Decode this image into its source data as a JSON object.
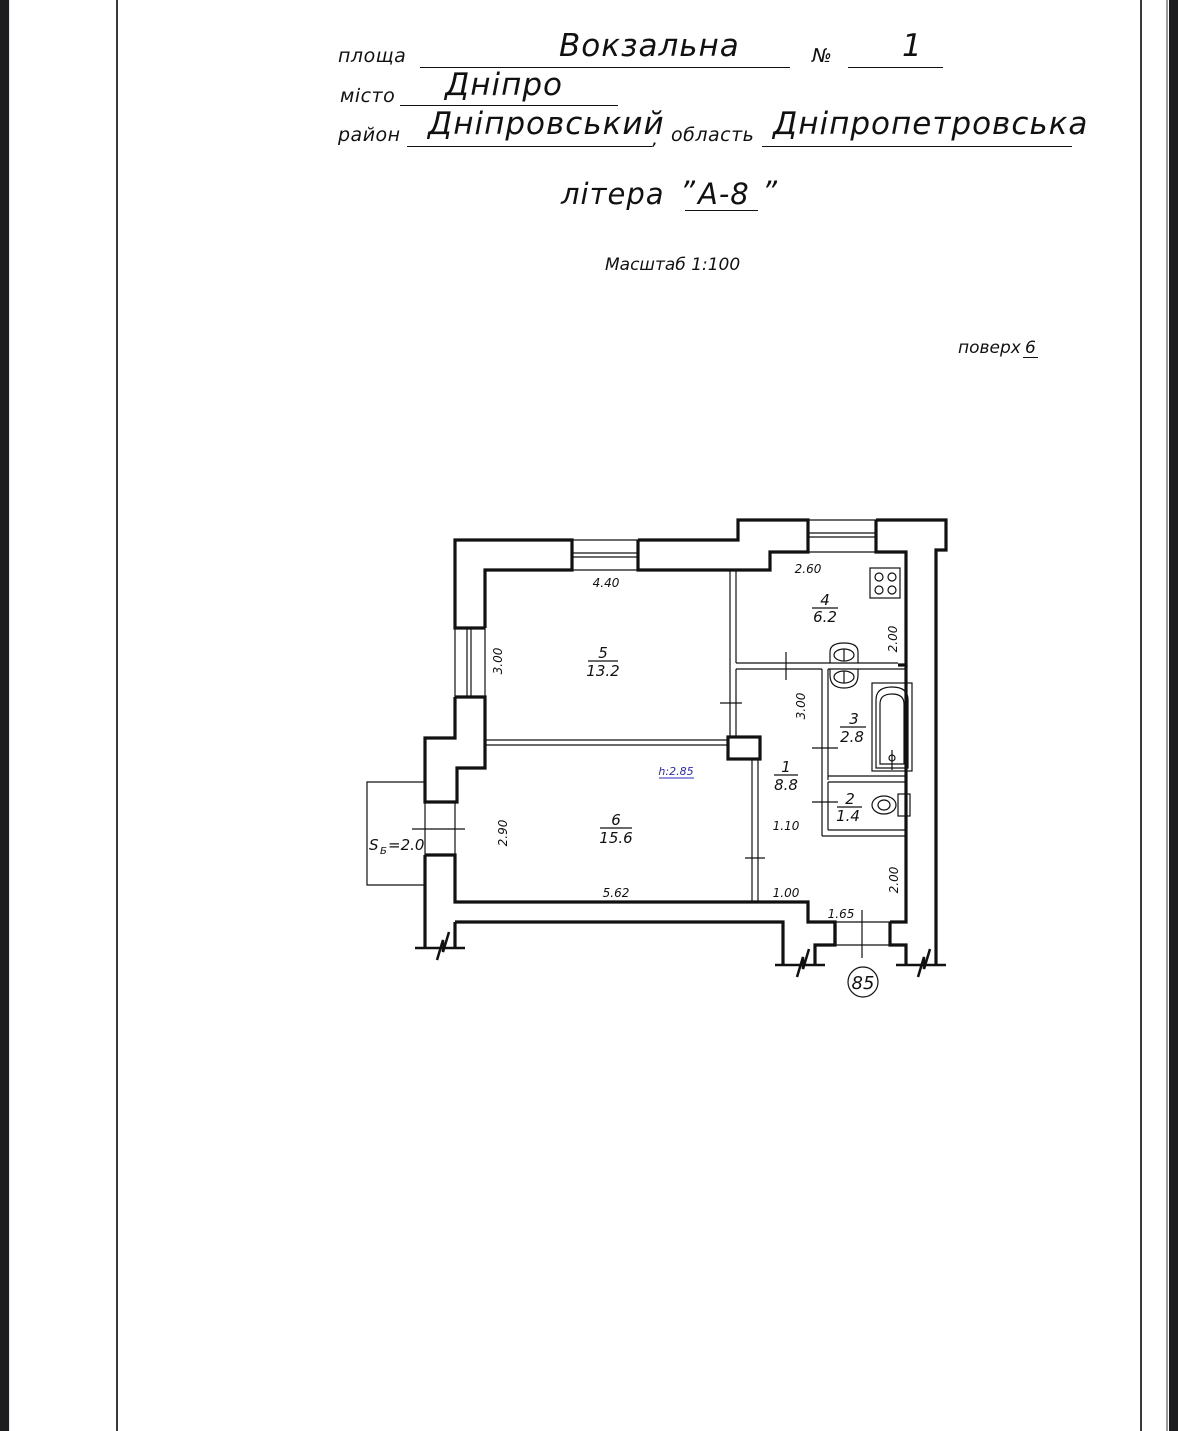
{
  "header": {
    "square_label": "площа",
    "square_value": "Вокзальна",
    "number_label": "№",
    "number_value": "1",
    "city_label": "місто",
    "city_value": "Дніпро",
    "district_label": "район",
    "district_value": "Дніпровський",
    "comma": ",",
    "region_label": "область",
    "region_value": "Дніпропетровська",
    "letter_label": "літера",
    "letter_value": "А-8",
    "quote_open": "”",
    "quote_close": "”",
    "scale": "Масштаб 1:100",
    "floor_label": "поверх",
    "floor_value": "6"
  },
  "plan": {
    "ceiling_height": "h:2.85",
    "ceiling_height_color": "#2b2bbf",
    "balcony_area": "S",
    "balcony_sub": "Б",
    "balcony_value": "=2.0",
    "stair_number": "85",
    "rooms": [
      {
        "number": "5",
        "area": "13.2"
      },
      {
        "number": "6",
        "area": "15.6"
      },
      {
        "number": "4",
        "area": "6.2"
      },
      {
        "number": "3",
        "area": "2.8"
      },
      {
        "number": "2",
        "area": "1.4"
      },
      {
        "number": "1",
        "area": "8.8"
      }
    ],
    "dimensions": {
      "room5_width": "4.40",
      "room5_depth": "3.00",
      "room6_width": "5.62",
      "room6_depth": "2.90",
      "kitchen_width": "2.60",
      "kitchen_depth": "2.00",
      "hall_depth": "3.00",
      "hall_width_a": "1.10",
      "hall_width_b": "1.00",
      "corridor_depth": "2.00",
      "entrance_width": "1.65"
    }
  }
}
